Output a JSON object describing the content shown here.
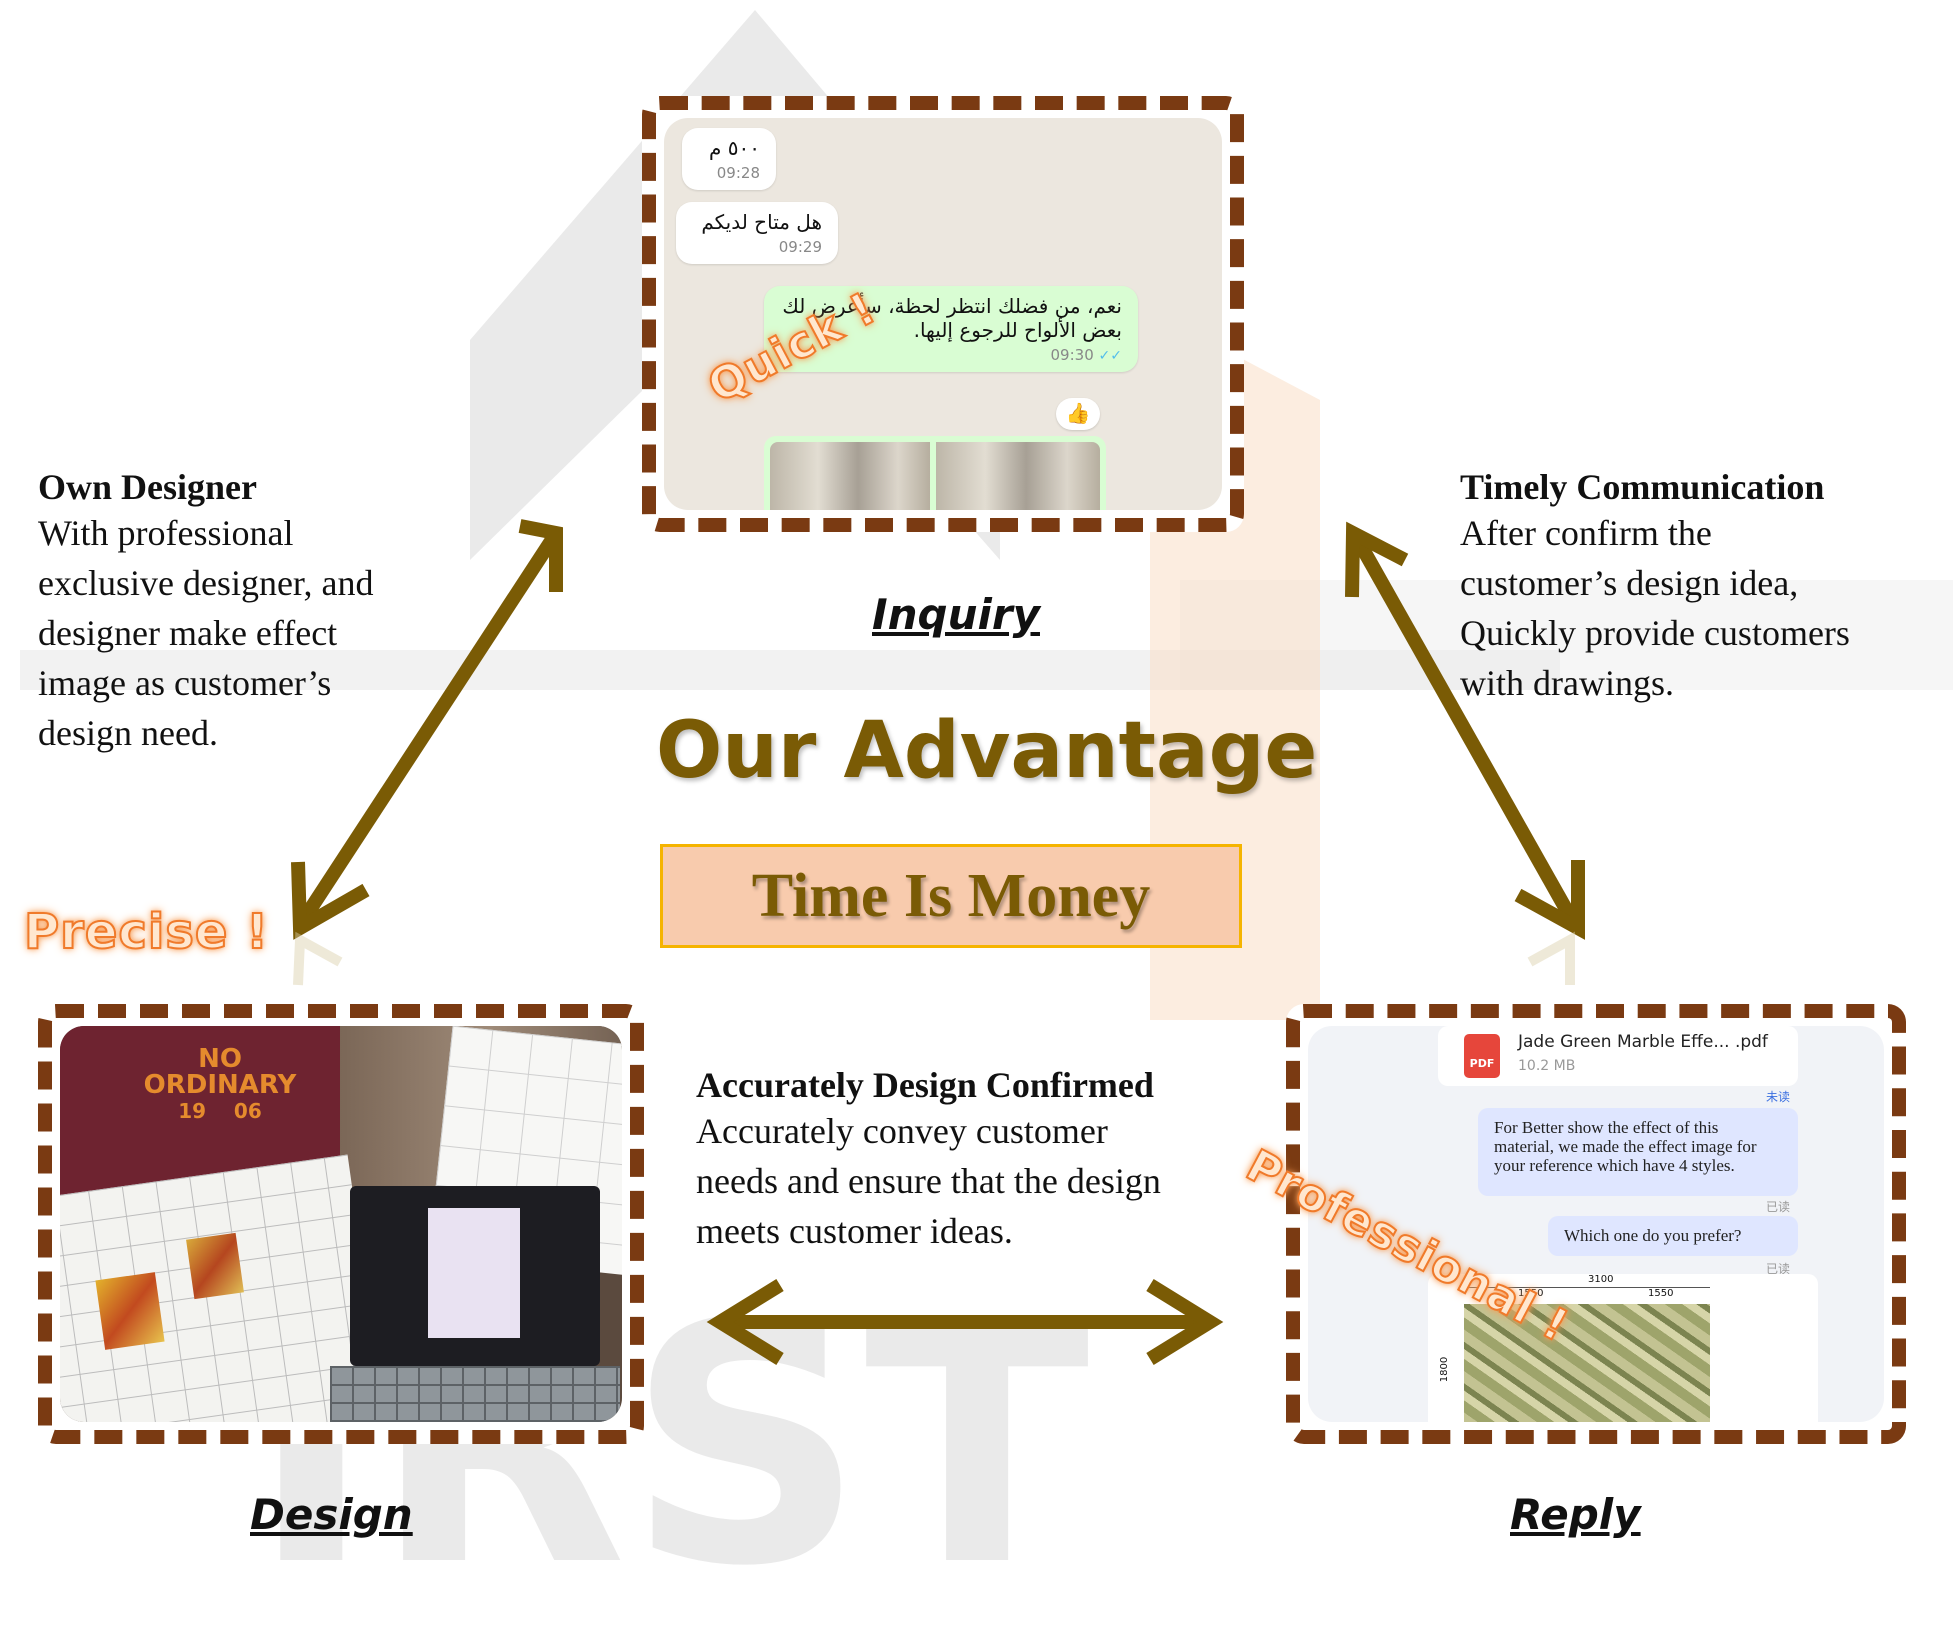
{
  "center": {
    "title": "Our Advantage",
    "slogan": "Time Is Money"
  },
  "inquiry": {
    "label": "Inquiry",
    "tag": "Quick !",
    "messages": [
      {
        "text": "٥٠٠ م",
        "time": "09:28"
      },
      {
        "text": "هل متاح لديكم",
        "time": "09:29"
      },
      {
        "text_line1": "نعم، من فضلك انتظر لحظة، سأعرض لك",
        "text_line2": "بعض الألواح للرجوع إليها.",
        "time": "09:30",
        "read_icon": "double-check-icon"
      }
    ],
    "reaction_icon": "thumbs-up-icon"
  },
  "design": {
    "label": "Design",
    "tag": "Precise !",
    "shirt_text_1": "NO",
    "shirt_text_2": "ORDINARY",
    "shirt_text_3": "19",
    "shirt_text_4": "06"
  },
  "reply": {
    "label": "Reply",
    "tag": "Professional !",
    "file_name": "Jade Green Marble Effe... .pdf",
    "file_size": "10.2 MB",
    "file_icon": "PDF",
    "unread": "未读",
    "read_1": "已读",
    "read_2": "已读",
    "msg1": "For Better show the effect of this material, we made the effect image for your reference which have 4 styles.",
    "msg2": "Which one do you prefer?",
    "dim_total": "3100",
    "dim_left": "1550",
    "dim_right": "1550",
    "dim_height": "1800"
  },
  "left_desc": {
    "title": "Own Designer",
    "lines": [
      "With professional",
      "exclusive designer, and",
      "designer make effect",
      "image as customer’s",
      "design need."
    ]
  },
  "right_desc": {
    "title": "Timely Communication",
    "lines": [
      "After confirm the",
      "customer’s design idea,",
      "Quickly provide customers",
      "with drawings."
    ]
  },
  "bottom_desc": {
    "title": "Accurately Design Confirmed",
    "lines": [
      "Accurately convey customer",
      "needs and ensure that the design",
      "meets customer ideas."
    ]
  },
  "watermark": "IRST",
  "colors": {
    "arrow": "#7a5b05",
    "frame": "#7a3a12",
    "slogan_bg": "#f8cbad",
    "slogan_border": "#f5b400",
    "tag_glow": "#f07a2a"
  }
}
